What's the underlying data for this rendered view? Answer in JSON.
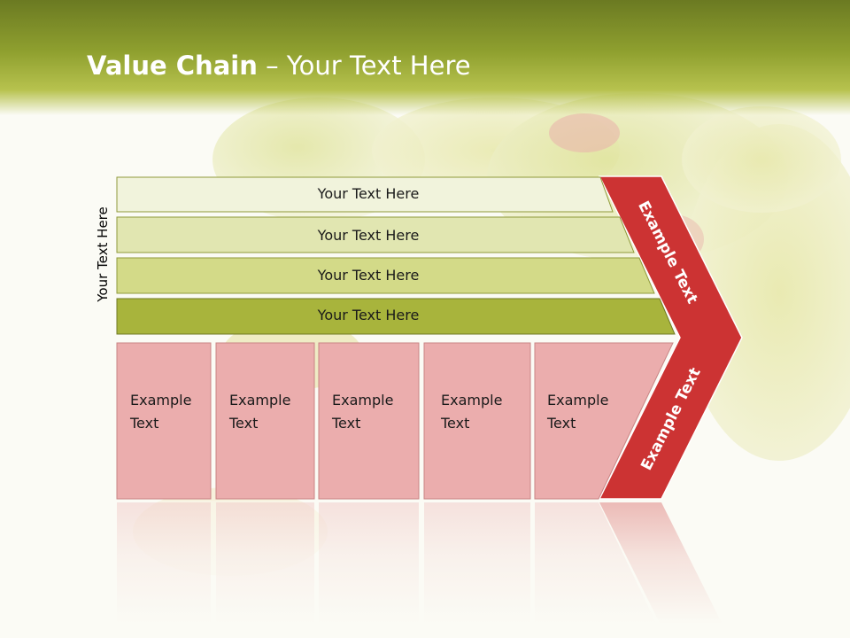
{
  "title": {
    "bold": "Value Chain",
    "rest": " – Your Text Here"
  },
  "side_label": "Your Text Here",
  "bars": [
    {
      "label": "Your Text Here",
      "color": "#f1f3dc"
    },
    {
      "label": "Your Text Here",
      "color": "#e1e6b1"
    },
    {
      "label": "Your Text Here",
      "color": "#d3da88"
    },
    {
      "label": "Your Text Here",
      "color": "#a8b43c"
    }
  ],
  "cards": [
    {
      "label": "Example\nText"
    },
    {
      "label": "Example\nText"
    },
    {
      "label": "Example\nText"
    },
    {
      "label": "Example\nText"
    },
    {
      "label": "Example\nText"
    }
  ],
  "chevron": {
    "upper": "Example Text",
    "lower": "Example Text",
    "color": "#cc3333"
  },
  "colors": {
    "card": "#ebadad",
    "header": "#8fa02f"
  }
}
